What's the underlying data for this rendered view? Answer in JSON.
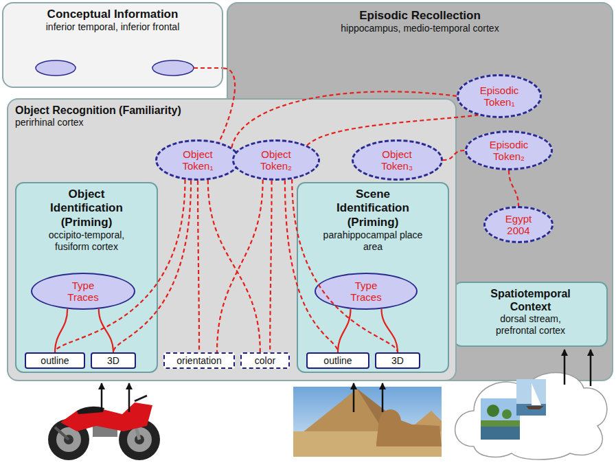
{
  "diagram": {
    "nodes": [
      {
        "text": [
          "Conceptual Information",
          "inferior temporal, inferior frontal"
        ]
      },
      {
        "text": [
          "Episodic Recollection",
          "hippocampus, medio-temporal cortex"
        ]
      },
      {
        "text": [
          "Object Recognition (Familiarity)",
          "perirhinal cortex"
        ]
      },
      {
        "text": [
          "Object Token₁"
        ],
        "in": 2
      },
      {
        "text": [
          "Object Token₂"
        ],
        "in": 2
      },
      {
        "text": [
          "Object Token₃"
        ],
        "in": 2
      },
      {
        "text": [
          "Episodic Token₁"
        ],
        "in": 1
      },
      {
        "text": [
          "Object Identification",
          "(Priming)",
          "occipito-temporal, fusiform cortex"
        ],
        "in": 2
      },
      {
        "text": [
          "Type Traces"
        ],
        "in": 7
      },
      {
        "text": [
          "outline"
        ],
        "in": 7
      },
      {
        "text": [
          "3D"
        ],
        "in": 7
      },
      {
        "text": [
          "orientation"
        ],
        "in": 2
      },
      {
        "text": [
          "color"
        ],
        "in": 2
      },
      {
        "text": [
          "Scene Identification",
          "(Priming)",
          "parahippocampal place area"
        ],
        "in": 2
      },
      {
        "text": [
          "Type Traces"
        ],
        "in": 13
      },
      {
        "text": [
          "outline"
        ],
        "in": 13
      },
      {
        "text": [
          "3D"
        ],
        "in": 13
      },
      {
        "text": [
          "Episodic Token₂"
        ],
        "in": 1
      },
      {
        "text": [
          "Egypt 2004"
        ],
        "in": 1
      },
      {
        "text": [
          "Spatiotemporal Context",
          "dorsal stream, prefrontal cortex"
        ],
        "in": 1
      }
    ],
    "edges": [
      {
        "from": 0,
        "to": 3,
        "arrow": "none"
      },
      {
        "from": 3,
        "to": 6,
        "arrow": "none"
      },
      {
        "from": 4,
        "to": 6,
        "arrow": "none"
      },
      {
        "from": 5,
        "to": 17,
        "arrow": "none"
      },
      {
        "from": 17,
        "to": 18,
        "arrow": "none"
      },
      {
        "from": 3,
        "to": 9,
        "arrow": "none"
      },
      {
        "from": 3,
        "to": 10,
        "arrow": "none"
      },
      {
        "from": 3,
        "to": 11,
        "arrow": "none"
      },
      {
        "from": 3,
        "to": 12,
        "arrow": "none"
      },
      {
        "from": 4,
        "to": 11,
        "arrow": "none"
      },
      {
        "from": 4,
        "to": 12,
        "arrow": "none"
      },
      {
        "from": 4,
        "to": 15,
        "arrow": "none"
      },
      {
        "from": 4,
        "to": 16,
        "arrow": "none"
      },
      {
        "from": 8,
        "to": 9,
        "arrow": "none"
      },
      {
        "from": 8,
        "to": 10,
        "arrow": "none"
      },
      {
        "from": 14,
        "to": 15,
        "arrow": "none"
      },
      {
        "from": 14,
        "to": 16,
        "arrow": "none"
      }
    ]
  }
}
